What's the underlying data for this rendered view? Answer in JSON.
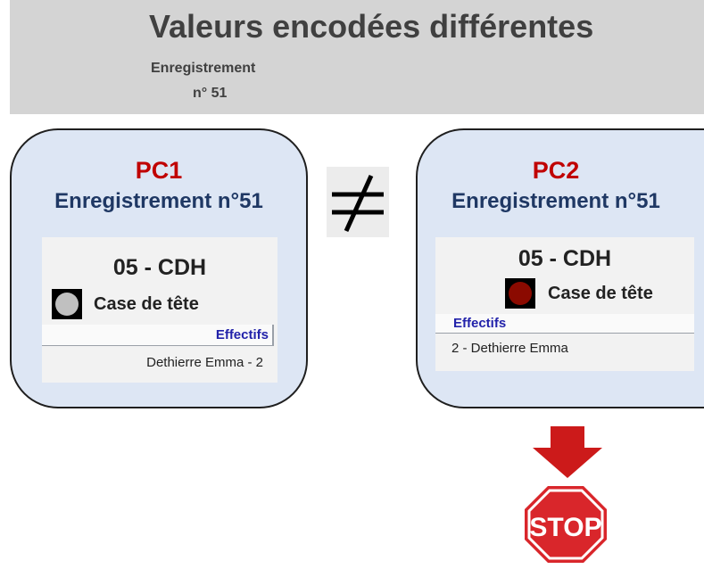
{
  "header": {
    "title": "Valeurs encodées différentes",
    "subtitle_line1": "Enregistrement",
    "subtitle_line2": "n° 51"
  },
  "pc1": {
    "name": "PC1",
    "record": "Enregistrement n°51",
    "code": "05 - CDH",
    "status_icon": "grey-circle-icon",
    "status_color": "#c0c0c0",
    "case_label": "Case de tête",
    "effectifs_header": "Effectifs",
    "effectifs_value": "Dethierre Emma - 2"
  },
  "pc2": {
    "name": "PC2",
    "record": "Enregistrement n°51",
    "code": "05 - CDH",
    "status_icon": "red-circle-icon",
    "status_color": "#8b0a00",
    "case_label": "Case de tête",
    "effectifs_header": "Effectifs",
    "effectifs_value": "2 - Dethierre Emma"
  },
  "comparison_symbol": "not-equal-icon",
  "stop_sign": {
    "text": "STOP",
    "color": "#d9262b"
  },
  "arrow_color": "#cc1a1a"
}
